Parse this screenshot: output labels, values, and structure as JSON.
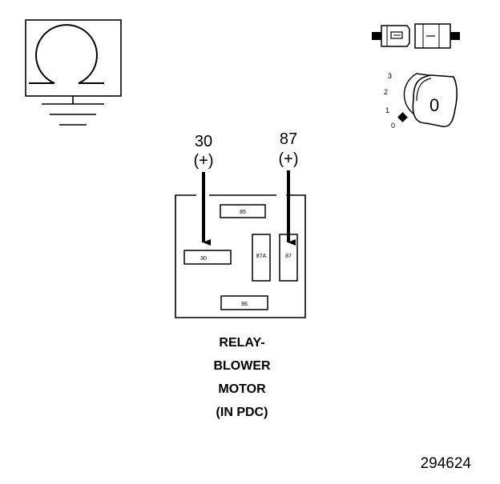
{
  "relay": {
    "terminals": {
      "t85": "85",
      "t30": "30",
      "t87a": "87A",
      "t87": "87",
      "t86": "86"
    },
    "inputs": [
      {
        "number": "30",
        "sign": "(+)"
      },
      {
        "number": "87",
        "sign": "(+)"
      }
    ],
    "title_lines": [
      "RELAY-",
      "BLOWER",
      "MOTOR",
      "(IN PDC)"
    ]
  },
  "ignition": {
    "positions": [
      "3",
      "2",
      "1",
      "0"
    ],
    "key_label": "0"
  },
  "figure_number": "294624"
}
